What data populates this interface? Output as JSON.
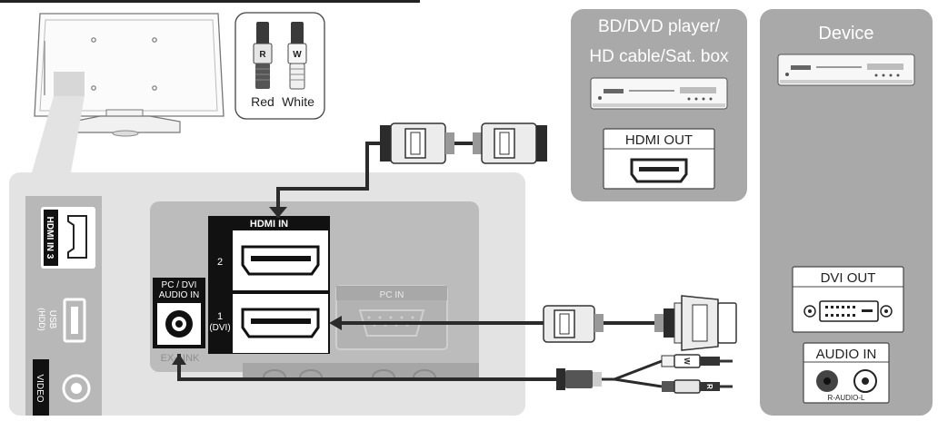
{
  "connector_legend": {
    "red_letter": "R",
    "white_letter": "W",
    "red_label": "Red",
    "white_label": "White"
  },
  "tv_panel": {
    "hdmi3_label": "HDMI IN 3",
    "usb_label": "USB",
    "usb_sub_label": "(HDD)",
    "video_label": "VIDEO",
    "hdmi_in_title": "HDMI IN",
    "hdmi_port_2": "2",
    "hdmi_port_1": "1",
    "hdmi_port_1_sub": "(DVI)",
    "pc_dvi_label_line1": "PC / DVI",
    "pc_dvi_label_line2": "AUDIO IN",
    "ex_link_label": "EX-LINK",
    "pc_in_label": "PC IN"
  },
  "bd_dvd_box": {
    "title_line1": "BD/DVD player/",
    "title_line2": "HD cable/Sat. box",
    "output_label": "HDMI OUT"
  },
  "device_box": {
    "title": "Device",
    "dvi_out_label": "DVI OUT",
    "audio_in_label": "AUDIO IN",
    "audio_sub_label": "R-AUDIO-L"
  },
  "cable_plugs": {
    "white_letter": "W",
    "red_letter": "R"
  },
  "colors": {
    "panel_light": "#e3e3e3",
    "panel_mid": "#bcbcbc",
    "box_gray": "#a8a8a8",
    "cable": "#2b2b2b"
  }
}
